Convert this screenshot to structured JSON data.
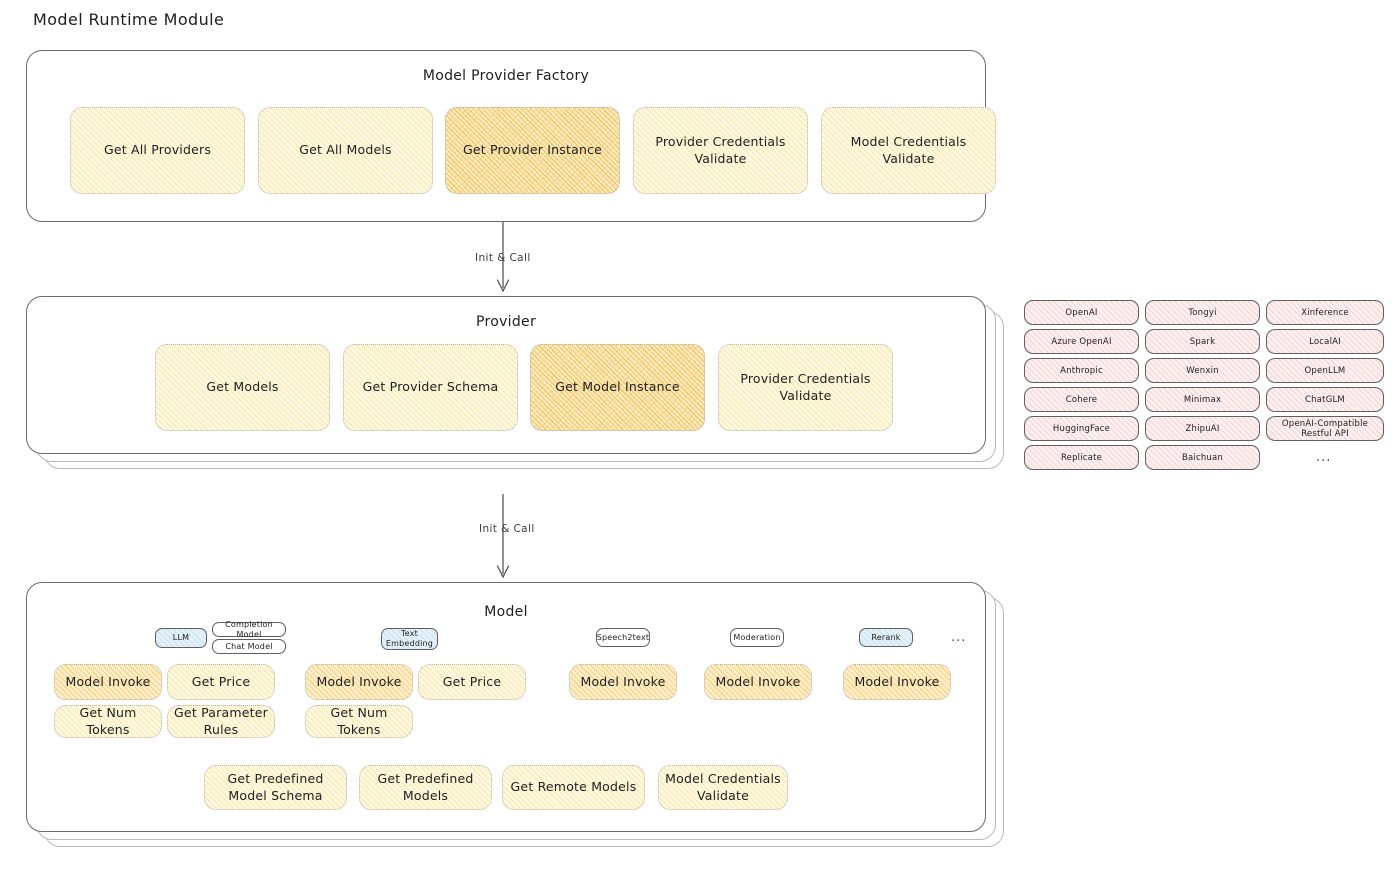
{
  "page": {
    "title": "Model Runtime Module"
  },
  "factory": {
    "title": "Model Provider Factory",
    "boxes": [
      {
        "label": "Get All Providers",
        "highlight": false
      },
      {
        "label": "Get All Models",
        "highlight": false
      },
      {
        "label": "Get Provider Instance",
        "highlight": true
      },
      {
        "label": "Provider Credentials Validate",
        "highlight": false
      },
      {
        "label": "Model Credentials Validate",
        "highlight": false
      }
    ]
  },
  "arrows": [
    {
      "label": "Init & Call"
    },
    {
      "label": "Init & Call"
    }
  ],
  "provider": {
    "title": "Provider",
    "boxes": [
      {
        "label": "Get Models",
        "highlight": false
      },
      {
        "label": "Get Provider Schema",
        "highlight": false
      },
      {
        "label": "Get Model Instance",
        "highlight": true
      },
      {
        "label": "Provider Credentials Validate",
        "highlight": false
      }
    ]
  },
  "provider_list": {
    "columns": [
      {
        "items": [
          "OpenAI",
          "Azure OpenAI",
          "Anthropic",
          "Cohere",
          "HuggingFace",
          "Replicate"
        ]
      },
      {
        "items": [
          "Tongyi",
          "Spark",
          "Wenxin",
          "Minimax",
          "ZhipuAI",
          "Baichuan"
        ]
      },
      {
        "items": [
          "Xinference",
          "LocalAI",
          "OpenLLM",
          "ChatGLM",
          "OpenAI-Compatible Restful API"
        ]
      }
    ],
    "more": "..."
  },
  "model": {
    "title": "Model",
    "more": "...",
    "groups": [
      {
        "badge": "LLM",
        "badge_style": "blue",
        "sub_badges": [
          "Completion Model",
          "Chat Model"
        ],
        "methods": [
          {
            "label": "Model Invoke",
            "highlight": true
          },
          {
            "label": "Get Price",
            "highlight": false
          },
          {
            "label": "Get Num Tokens",
            "highlight": false
          },
          {
            "label": "Get Parameter Rules",
            "highlight": false
          }
        ]
      },
      {
        "badge": "Text Embedding",
        "badge_style": "blue",
        "sub_badges": [],
        "methods": [
          {
            "label": "Model Invoke",
            "highlight": true
          },
          {
            "label": "Get Price",
            "highlight": false
          },
          {
            "label": "Get Num Tokens",
            "highlight": false
          }
        ]
      },
      {
        "badge": "Speech2text",
        "badge_style": "plain",
        "sub_badges": [],
        "methods": [
          {
            "label": "Model Invoke",
            "highlight": true
          }
        ]
      },
      {
        "badge": "Moderation",
        "badge_style": "plain",
        "sub_badges": [],
        "methods": [
          {
            "label": "Model Invoke",
            "highlight": true
          }
        ]
      },
      {
        "badge": "Rerank",
        "badge_style": "blue",
        "sub_badges": [],
        "methods": [
          {
            "label": "Model Invoke",
            "highlight": true
          }
        ]
      }
    ],
    "common_methods": [
      {
        "label": "Get Predefined Model Schema"
      },
      {
        "label": "Get Predefined Models"
      },
      {
        "label": "Get Remote Models"
      },
      {
        "label": "Model Credentials Validate"
      }
    ]
  },
  "colors": {
    "highlight_fill": "#fbeccb",
    "light_fill": "#fdf8e4",
    "medium_fill": "#fdeecd",
    "pill_fill": "#fdf0f0",
    "badge_blue": "#e4f1f9",
    "card_border": "#6b6b6b",
    "text": "#1e1e1e"
  }
}
